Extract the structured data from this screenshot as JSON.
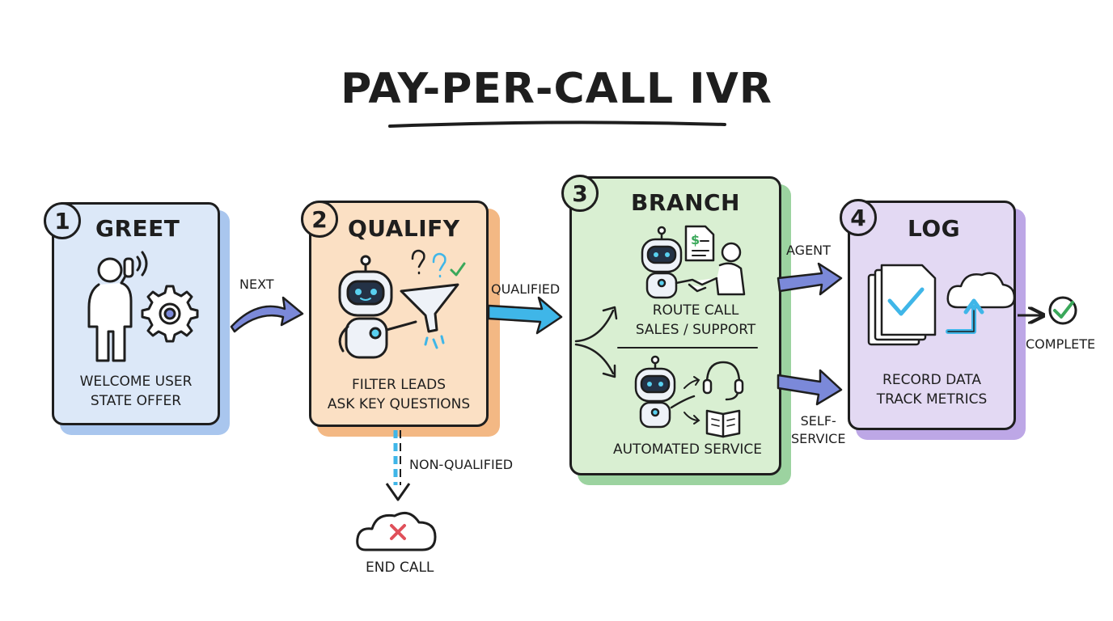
{
  "title": "PAY-PER-CALL IVR",
  "steps": [
    {
      "number": "1",
      "name": "GREET",
      "lines": [
        "WELCOME USER",
        "STATE OFFER"
      ]
    },
    {
      "number": "2",
      "name": "QUALIFY",
      "lines": [
        "FILTER LEADS",
        "ASK KEY QUESTIONS"
      ]
    },
    {
      "number": "3",
      "name": "BRANCH",
      "top_lines": [
        "ROUTE CALL",
        "SALES / SUPPORT"
      ],
      "bottom_lines": [
        "AUTOMATED SERVICE"
      ]
    },
    {
      "number": "4",
      "name": "LOG",
      "lines": [
        "RECORD DATA",
        "TRACK METRICS"
      ]
    }
  ],
  "connectors": {
    "next": "NEXT",
    "qualified": "QUALIFIED",
    "non_qualified": "NON-QUALIFIED",
    "agent": "AGENT",
    "self_service": [
      "SELF-",
      "SERVICE"
    ],
    "complete": "COMPLETE"
  },
  "end_call": "END CALL",
  "icon_names": [
    "phone-user-icon",
    "gear-icon",
    "robot-icon",
    "funnel-icon",
    "question-marks-icon",
    "invoice-icon",
    "handshake-icon",
    "headset-icon",
    "book-icon",
    "split-arrow-icon",
    "documents-check-icon",
    "cloud-upload-icon",
    "check-circle-icon",
    "cloud-x-icon"
  ],
  "colors": {
    "greet_fill": "#dce8f8",
    "greet_shadow": "#a9c6ee",
    "qualify_fill": "#fbe0c4",
    "qualify_shadow": "#f3b884",
    "branch_fill": "#d9efd2",
    "branch_shadow": "#9cd3a0",
    "log_fill": "#e3d9f3",
    "log_shadow": "#bda7e6",
    "arrow_blue": "#7b89d9",
    "arrow_cyan": "#3fb6e8",
    "check_green": "#3aa85a",
    "x_red": "#e0505a"
  }
}
